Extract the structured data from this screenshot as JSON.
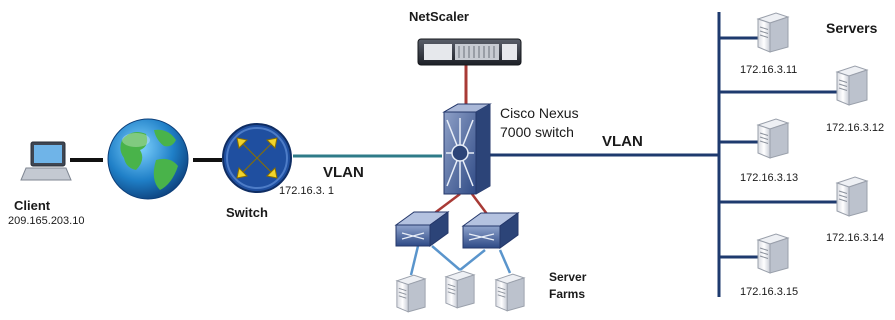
{
  "labels": {
    "netscaler": "NetScaler",
    "cisco_line1": "Cisco Nexus",
    "cisco_line2": "7000 switch",
    "vlan_left": "VLAN",
    "vlan_right": "VLAN",
    "switch": "Switch",
    "switch_ip": "172.16.3. 1",
    "client": "Client",
    "client_ip": "209.165.203.10",
    "server_farms_line1": "Server",
    "server_farms_line2": "Farms",
    "servers": "Servers"
  },
  "servers": [
    {
      "ip": "172.16.3.11"
    },
    {
      "ip": "172.16.3.12"
    },
    {
      "ip": "172.16.3.13"
    },
    {
      "ip": "172.16.3.14"
    },
    {
      "ip": "172.16.3.15"
    }
  ],
  "colors": {
    "vlan_line": "#1e3a6e",
    "teal_link": "#2f7b88",
    "uplink_red": "#a83a35",
    "farm_links_blue": "#5a95cc",
    "switch_blue": "#1f4fa0",
    "switch_yellow": "#f2d42a"
  }
}
